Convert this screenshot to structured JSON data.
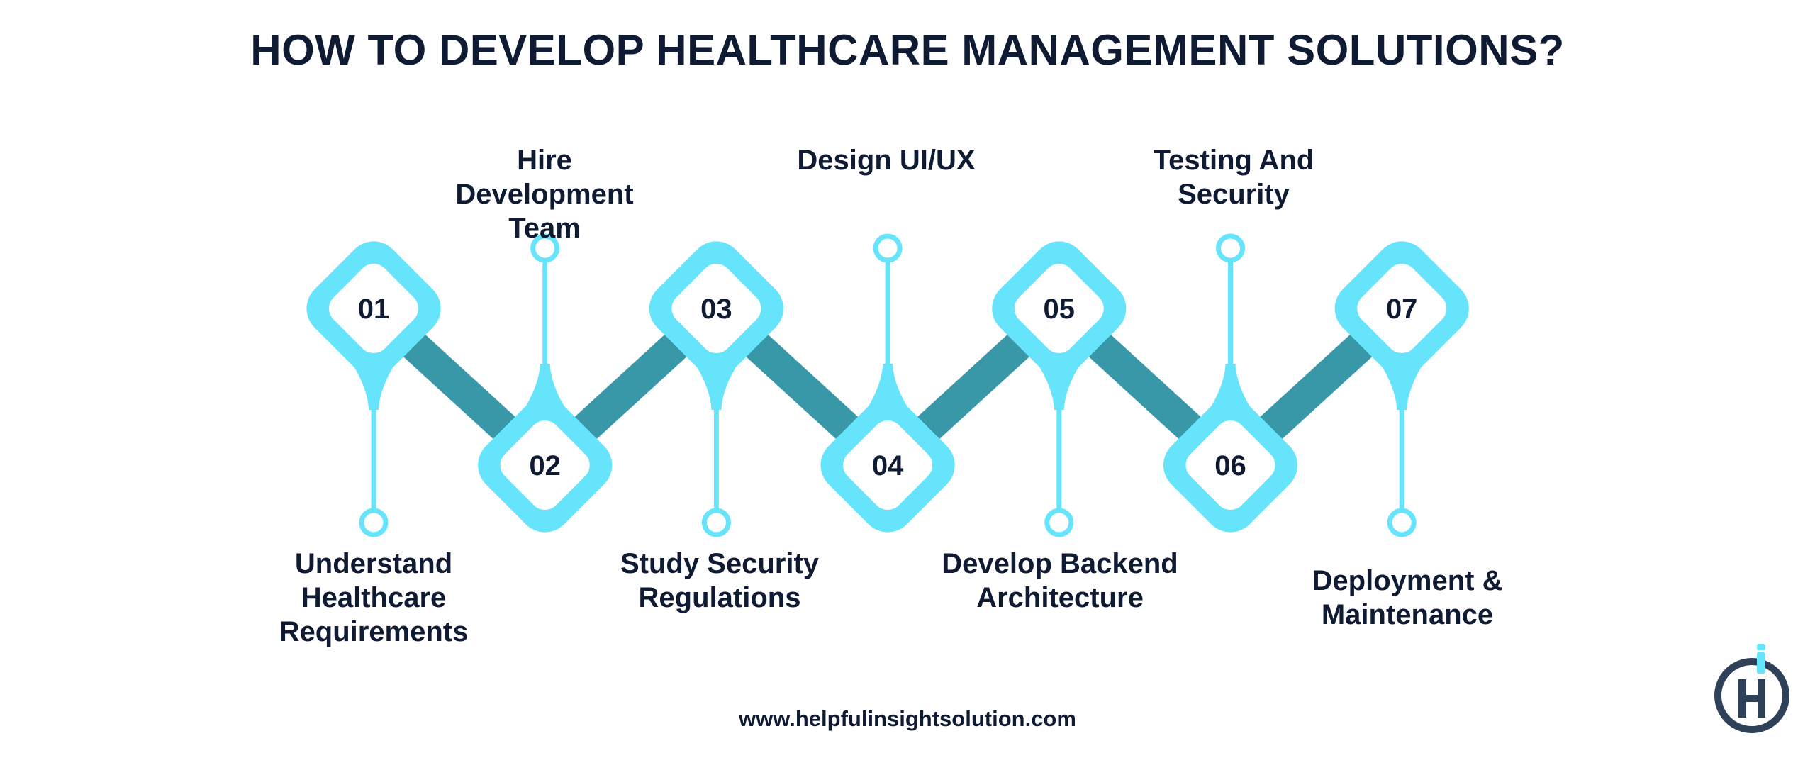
{
  "title": "HOW TO DEVELOP HEALTHCARE MANAGEMENT SOLUTIONS?",
  "steps": [
    {
      "number": "01",
      "label": "Understand Healthcare Requirements"
    },
    {
      "number": "02",
      "label": "Hire Development Team"
    },
    {
      "number": "03",
      "label": "Study Security Regulations"
    },
    {
      "number": "04",
      "label": "Design UI/UX"
    },
    {
      "number": "05",
      "label": "Develop Backend Architecture"
    },
    {
      "number": "06",
      "label": "Testing And Security"
    },
    {
      "number": "07",
      "label": "Deployment & Maintenance"
    }
  ],
  "footer": {
    "url": "www.helpfulinsightsolution.com"
  },
  "logo": {
    "icon": "helpful-insight-logo-icon"
  },
  "colors": {
    "node": "#66e4fb",
    "connector": "#3898a8",
    "text": "#0f1a33",
    "logo": "#2f4059"
  }
}
